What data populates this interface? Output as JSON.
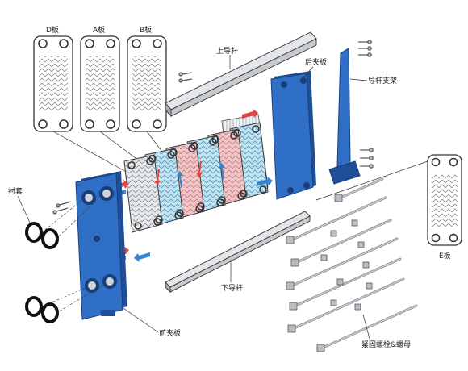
{
  "labels": {
    "plate_d": "D板",
    "plate_a": "A板",
    "plate_b": "B板",
    "plate_e": "E板",
    "upper_guide_bar": "上导杆",
    "rear_pressure_plate": "后夹板",
    "guide_bar_support": "导杆支架",
    "lining_gasket": "衬套",
    "lower_guide_bar": "下导杆",
    "front_pressure_plate": "前夹板",
    "tightening_bolts_nuts": "紧固螺栓&螺母"
  },
  "colors": {
    "frame_blue": "#2f6fc6",
    "frame_blue_dark": "#1f4f98",
    "hot_red": "#e0443c",
    "cold_blue": "#2f86d6",
    "plate_pink": "#f2c6c8",
    "plate_cyan": "#bfe4f2",
    "plate_gray": "#e6e8ea",
    "steel": "#c9ccd0",
    "outline": "#222222"
  },
  "icons": [
    "hot-flow-arrow-icon",
    "cold-flow-arrow-icon",
    "gasket-ring-icon",
    "bolt-icon"
  ]
}
